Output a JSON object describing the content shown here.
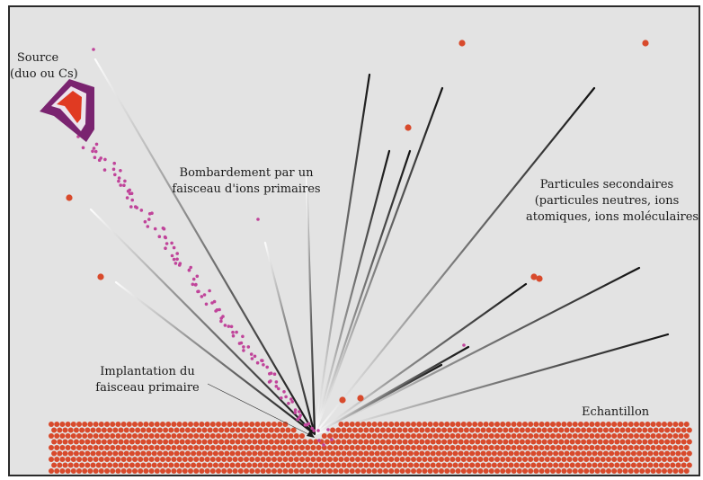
{
  "labels": {
    "source": [
      "Source",
      "(duo ou Cs)"
    ],
    "bombardment": [
      "Bombardement par un",
      "faisceau d'ions primaires"
    ],
    "secondary": [
      "Particules secondaires",
      "(particules neutres, ions",
      "atomiques, ions moléculaires)"
    ],
    "implantation": [
      "Implantation du",
      "faisceau primaire"
    ],
    "sample": "Echantillon"
  },
  "colors": {
    "background": "#e3e3e3",
    "sample_atom": "#d84a2c",
    "primary_ion": "#c0449a",
    "source_outer": "#7a2470",
    "source_inner": "#e03a22"
  },
  "icons": {
    "source": "ion-gun-icon"
  }
}
